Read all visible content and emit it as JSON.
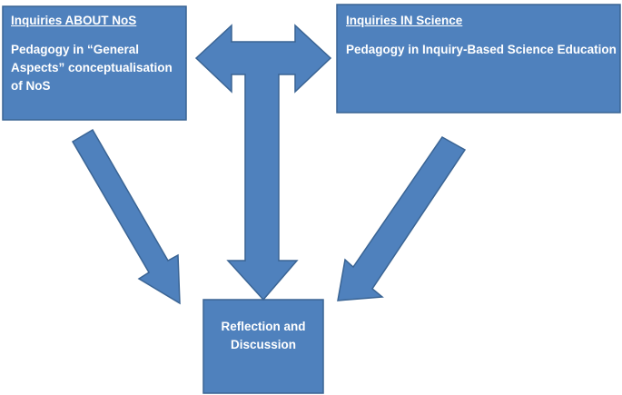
{
  "boxes": {
    "left": {
      "heading": "Inquiries ABOUT NoS",
      "body": "Pedagogy in “General Aspects” conceptualisation of NoS"
    },
    "right": {
      "heading": "Inquiries IN Science",
      "body": "Pedagogy in Inquiry-Based Science  Education"
    },
    "bottom": {
      "body": "Reflection and Discussion"
    }
  },
  "colors": {
    "fill": "#4f81bd",
    "stroke": "#3a6494",
    "text": "#ffffff"
  }
}
